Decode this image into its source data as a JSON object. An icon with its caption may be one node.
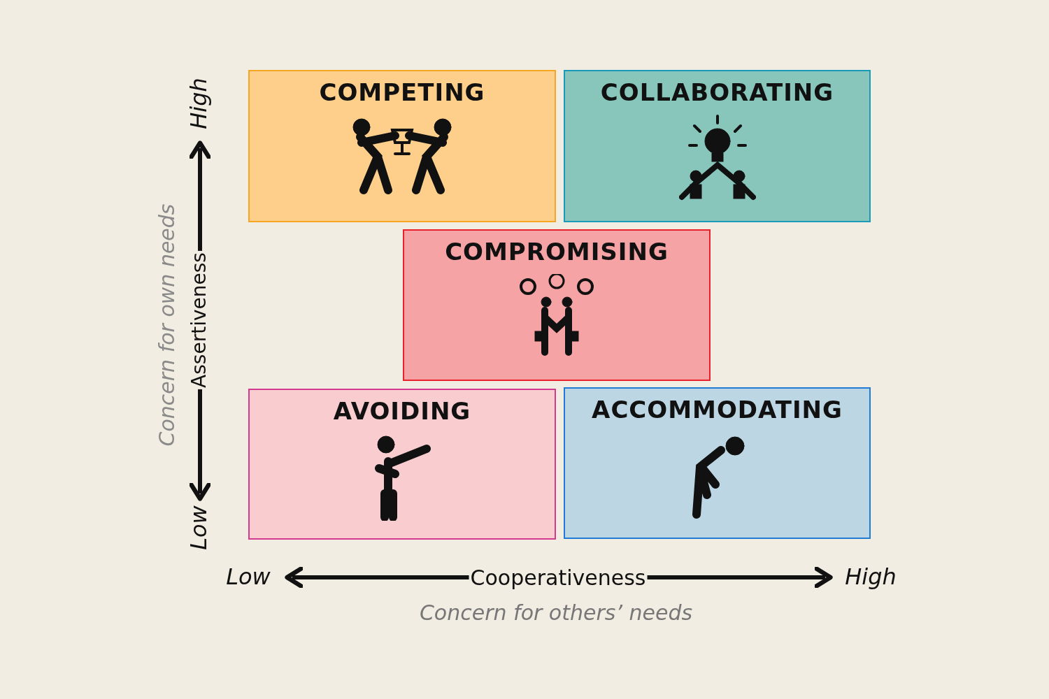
{
  "diagram": {
    "nodes": [
      {
        "text": [
          "COMPETING"
        ]
      },
      {
        "text": [
          "COLLABORATING"
        ]
      },
      {
        "text": [
          "COMPROMISING"
        ]
      },
      {
        "text": [
          "AVOIDING"
        ]
      },
      {
        "text": [
          "ACCOMMODATING"
        ]
      }
    ],
    "labels": [
      "High",
      "Assertiveness",
      "Low",
      "Concern for own needs",
      "Low",
      "Cooperativeness",
      "High",
      "Concern for others’ needs"
    ]
  }
}
